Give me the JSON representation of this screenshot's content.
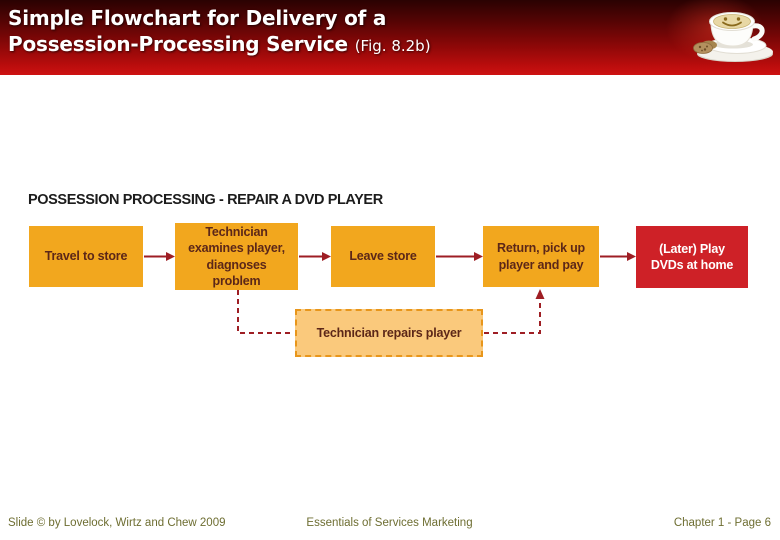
{
  "header": {
    "title_line1": "Simple Flowchart for Delivery of a",
    "title_line2": "Possession-Processing Service",
    "fig_ref": "(Fig. 8.2b)"
  },
  "flowchart": {
    "heading": "POSSESSION PROCESSING - REPAIR A DVD PLAYER",
    "steps": [
      {
        "label": "Travel to store"
      },
      {
        "label": "Technician examines player, diagnoses problem"
      },
      {
        "label": "Leave store"
      },
      {
        "label": "Return, pick up player and pay"
      },
      {
        "label": "(Later) Play DVDs at home"
      }
    ],
    "backstage_step": {
      "label": "Technician repairs player"
    }
  },
  "footer": {
    "left": "Slide © by Lovelock, Wirtz and Chew 2009",
    "center": "Essentials of Services Marketing",
    "right": "Chapter 1 - Page 6"
  },
  "colors": {
    "header_top": "#2a0202",
    "header_bottom": "#ce1212",
    "step_box": "#F2A71E",
    "step_text": "#5C2718",
    "final_box": "#CE2127",
    "final_text": "#ffffff",
    "backstage_fill": "#FAC97C",
    "backstage_border": "#E8961B",
    "connector": "#9E1E24",
    "footer_text": "#6E6E32"
  }
}
